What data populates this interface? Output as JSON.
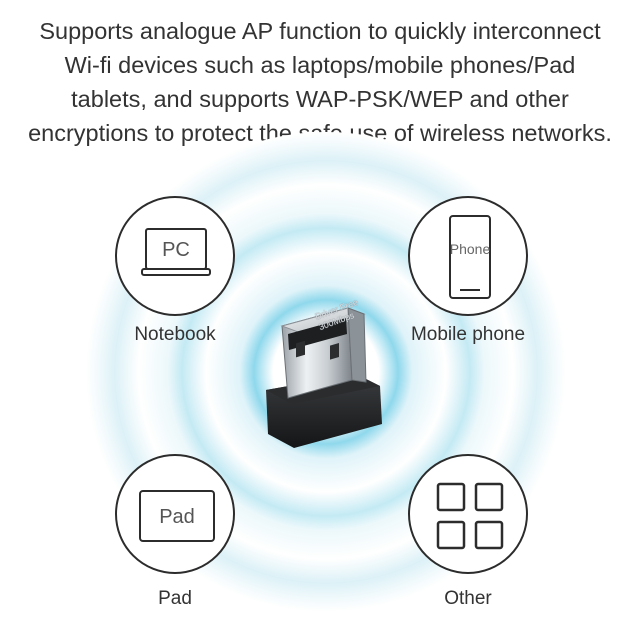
{
  "headline": {
    "line1": "Supports analogue AP function to quickly interconnect",
    "line2": "Wi-fi devices such as laptops/mobile phones/Pad",
    "line3": "tablets, and supports WAP-PSK/WEP and other",
    "line4": "encryptions to protect the safe use of wireless networks."
  },
  "devices": {
    "notebook": {
      "label": "Notebook",
      "screen_text": "PC",
      "icon": "laptop-icon"
    },
    "phone": {
      "label": "Mobile phone",
      "screen_text": "Phone",
      "icon": "phone-icon"
    },
    "pad": {
      "label": "Pad",
      "screen_text": "Pad",
      "icon": "tablet-icon"
    },
    "other": {
      "label": "Other",
      "icon": "grid-icon"
    }
  },
  "adapter": {
    "engraving_line1": "Driver Free",
    "engraving_line2": "300Mbps"
  },
  "colors": {
    "ring_light": "#e9f7fb",
    "ring_mid": "#bfe8f3",
    "ring_bright": "#7fd3ea",
    "outline": "#2c2c2c"
  }
}
